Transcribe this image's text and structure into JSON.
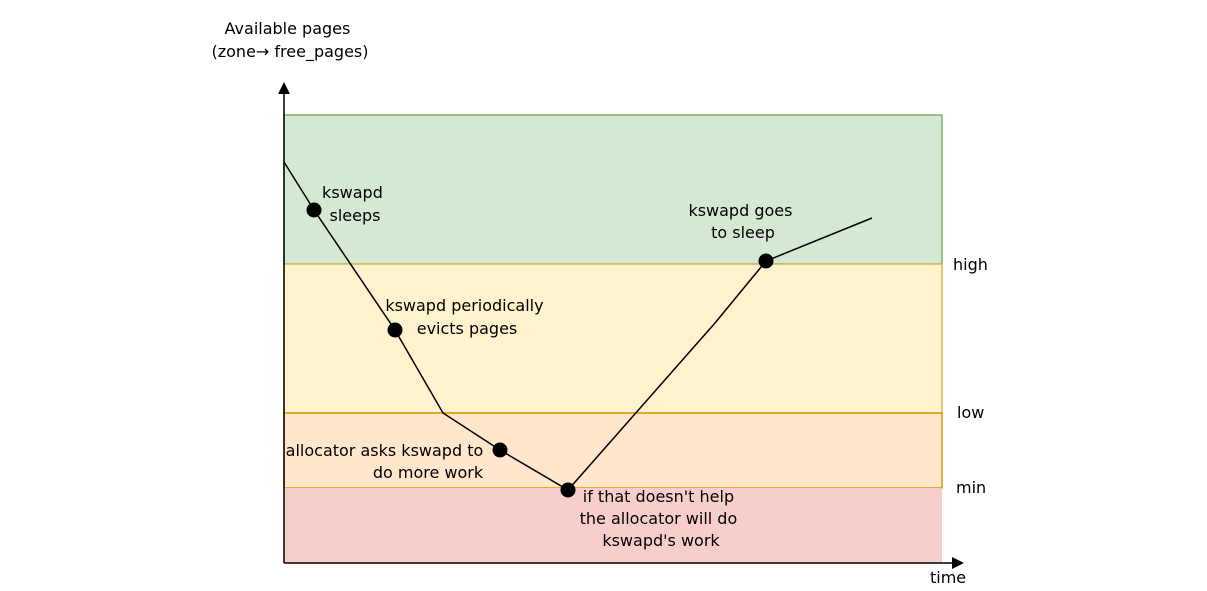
{
  "diagram": {
    "y_axis_label": [
      "Available pages",
      "(zone→ free_pages)"
    ],
    "x_axis_label": "time",
    "zones": [
      {
        "name": "above-high",
        "fill": "#d5e8d4",
        "stroke": "#82b366"
      },
      {
        "name": "high-to-low",
        "fill": "#fff2cc",
        "stroke": "#d6b656"
      },
      {
        "name": "low-to-min",
        "fill": "#ffe6cc",
        "stroke": "#d79b00"
      },
      {
        "name": "below-min",
        "fill": "#f8cecc",
        "stroke": "#b85450"
      }
    ],
    "watermarks": [
      "high",
      "low",
      "min"
    ],
    "events": [
      {
        "lines": [
          "kswapd",
          "sleeps"
        ]
      },
      {
        "lines": [
          "kswapd periodically",
          "evicts pages"
        ]
      },
      {
        "lines": [
          "allocator asks kswapd to",
          "do more work"
        ]
      },
      {
        "lines": [
          "if that doesn't help",
          "the allocator will do",
          "kswapd's work"
        ]
      },
      {
        "lines": [
          "kswapd goes",
          "to sleep"
        ]
      }
    ]
  }
}
